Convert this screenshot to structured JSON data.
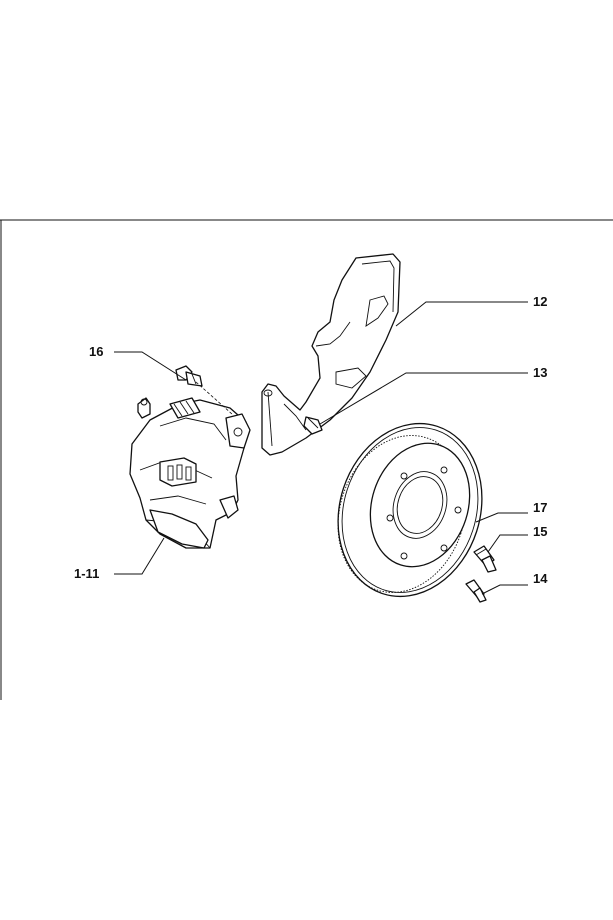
{
  "callouts": {
    "c16": "16",
    "c1_11": "1-11",
    "c12": "12",
    "c13": "13",
    "c17": "17",
    "c15": "15",
    "c14": "14"
  },
  "colors": {
    "line": "#111111",
    "background": "#ffffff"
  }
}
